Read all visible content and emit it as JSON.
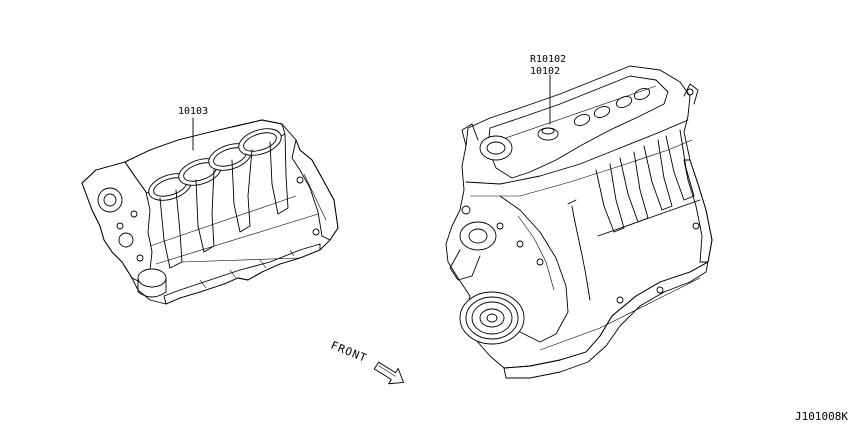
{
  "callouts": {
    "block_part": "10103",
    "engine_part_alt": "R10102",
    "engine_part": "10102"
  },
  "direction_label": "FRONT",
  "diagram_code": "J101008K",
  "icons": [
    "front-arrow-icon"
  ]
}
